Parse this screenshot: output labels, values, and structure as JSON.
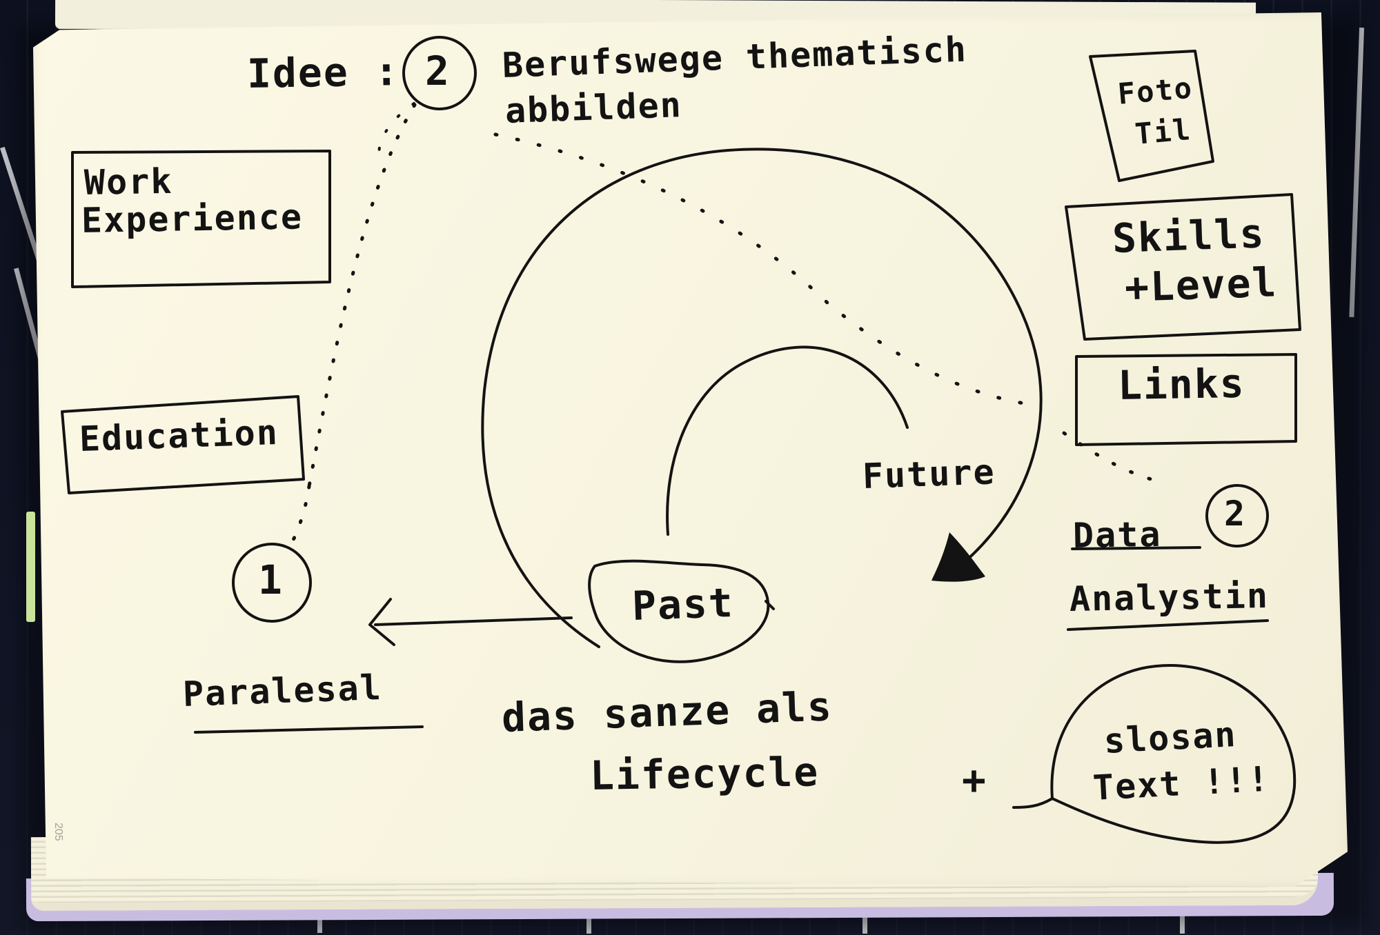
{
  "scene": {
    "type": "photo of handwritten notebook sketch",
    "page_number": "205",
    "colors": {
      "ink": "#141313",
      "paper": "#f8f5e1",
      "background_fabric": "#14192a",
      "cover": "#c8bde1"
    }
  },
  "notes": {
    "idea_label": "Idee :",
    "idea_number": "2",
    "idea_line_1": "Berufswege thematisch",
    "idea_line_2": "abbilden",
    "photo_line_1": "Foto",
    "photo_line_2": "Til",
    "work_line_1": "Work",
    "work_line_2": "Experience",
    "education": "Education",
    "skills_line_1": "Skills",
    "skills_line_2": "+Level",
    "links": "Links",
    "future": "Future",
    "past": "Past",
    "option_one_number": "1",
    "option_one_label": "Paralesal",
    "option_two_number": "2",
    "option_two_line_1": "Data",
    "option_two_line_2": "Analystin",
    "lifecycle_line_1": "das sanze als",
    "lifecycle_line_2": "Lifecycle",
    "plus": "+",
    "slogan_line_1": "slosan",
    "slogan_line_2": "Text !!!"
  }
}
